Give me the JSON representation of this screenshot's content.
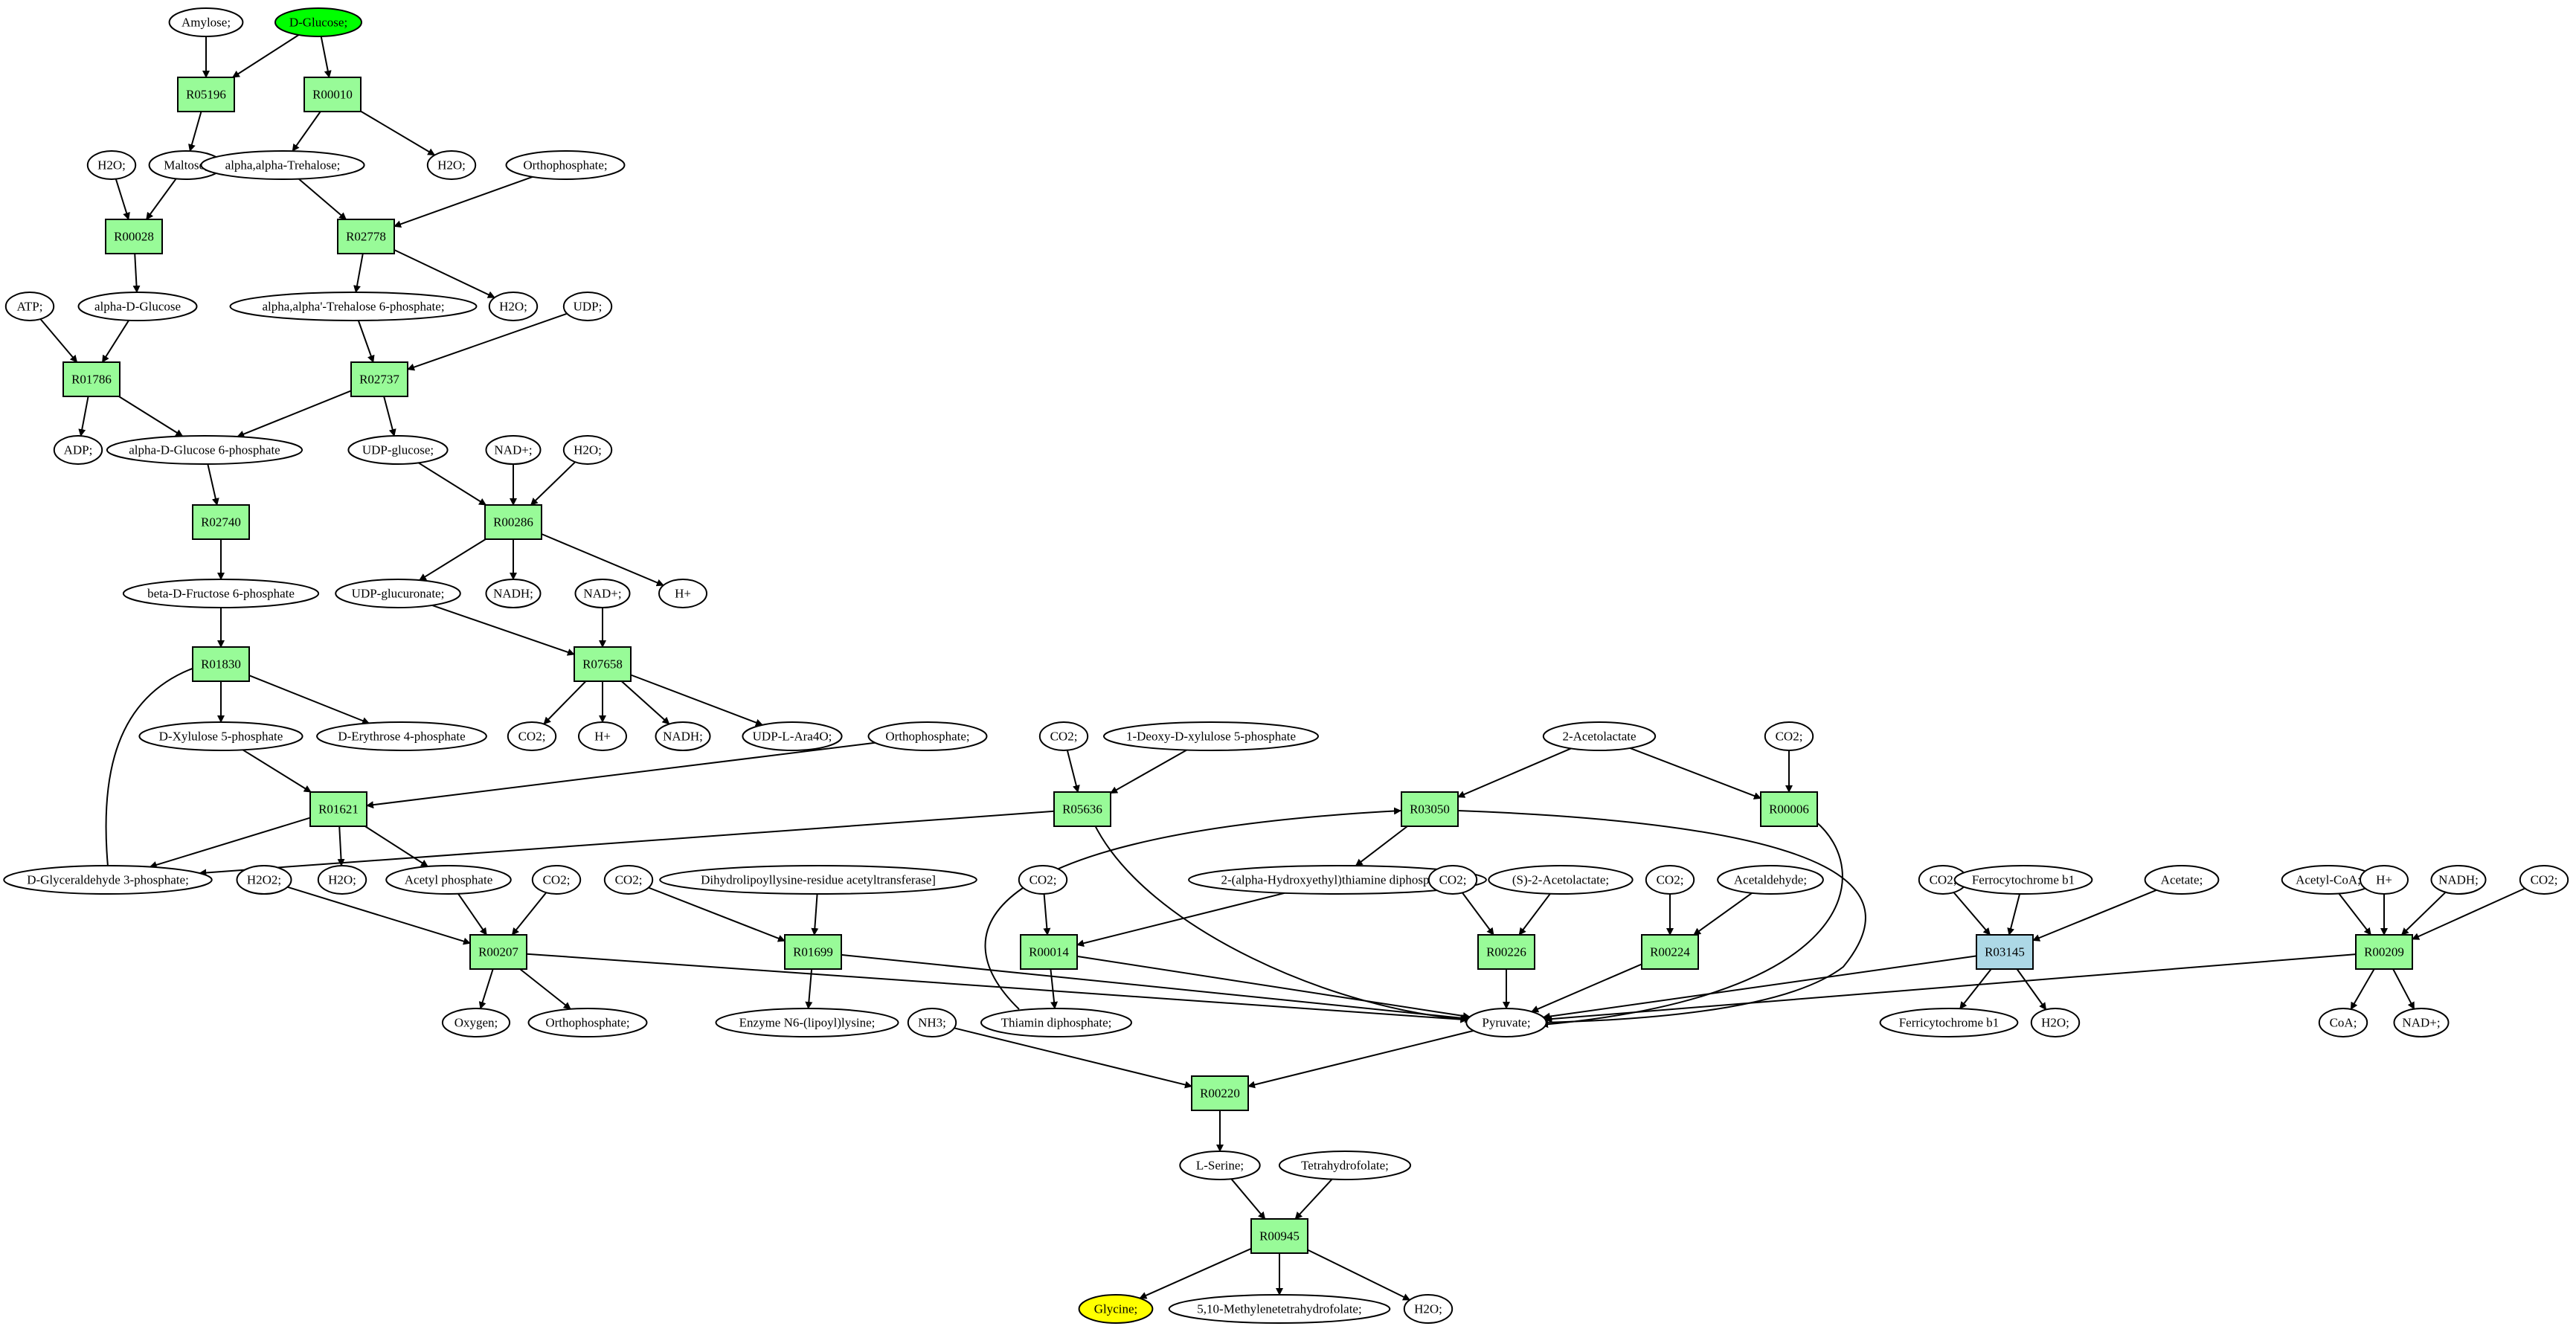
{
  "colors": {
    "reaction": "#98fb98",
    "reaction_alt": "#add8e6",
    "compound": "#ffffff",
    "source": "#00ff00",
    "target": "#ffff00"
  },
  "nodes": {
    "c_amylose": {
      "label": "Amylose;"
    },
    "c_dglucose": {
      "label": "D-Glucose;",
      "role": "source"
    },
    "r05196": {
      "label": "R05196"
    },
    "r00010": {
      "label": "R00010"
    },
    "c_h2o_a": {
      "label": "H2O;"
    },
    "c_maltose": {
      "label": "Maltose;"
    },
    "c_trehalose": {
      "label": "alpha,alpha-Trehalose;"
    },
    "c_h2o_b": {
      "label": "H2O;"
    },
    "c_ortho_a": {
      "label": "Orthophosphate;"
    },
    "r00028": {
      "label": "R00028"
    },
    "r02778": {
      "label": "R02778"
    },
    "c_atp": {
      "label": "ATP;"
    },
    "c_adglucose": {
      "label": "alpha-D-Glucose"
    },
    "c_tre6p": {
      "label": "alpha,alpha'-Trehalose 6-phosphate;"
    },
    "c_h2o_c": {
      "label": "H2O;"
    },
    "c_udp": {
      "label": "UDP;"
    },
    "r01786": {
      "label": "R01786"
    },
    "r02737": {
      "label": "R02737"
    },
    "c_adp": {
      "label": "ADP;"
    },
    "c_g6p": {
      "label": "alpha-D-Glucose 6-phosphate"
    },
    "c_udpglc": {
      "label": "UDP-glucose;"
    },
    "c_nad_a": {
      "label": "NAD+;"
    },
    "c_h2o_d": {
      "label": "H2O;"
    },
    "r02740": {
      "label": "R02740"
    },
    "r00286": {
      "label": "R00286"
    },
    "c_f6p": {
      "label": "beta-D-Fructose 6-phosphate"
    },
    "c_udpglcur": {
      "label": "UDP-glucuronate;"
    },
    "c_nadh_a": {
      "label": "NADH;"
    },
    "c_nad_b": {
      "label": "NAD+;"
    },
    "c_hplus_a": {
      "label": "H+"
    },
    "r01830": {
      "label": "R01830"
    },
    "r07658": {
      "label": "R07658"
    },
    "c_x5p": {
      "label": "D-Xylulose 5-phosphate"
    },
    "c_e4p": {
      "label": "D-Erythrose 4-phosphate"
    },
    "c_co2_a": {
      "label": "CO2;"
    },
    "c_hplus_b": {
      "label": "H+"
    },
    "c_nadh_b": {
      "label": "NADH;"
    },
    "c_udpara": {
      "label": "UDP-L-Ara4O;"
    },
    "c_ortho_b": {
      "label": "Orthophosphate;"
    },
    "c_co2_b": {
      "label": "CO2;"
    },
    "c_dxp": {
      "label": "1-Deoxy-D-xylulose 5-phosphate"
    },
    "c_acetolactate": {
      "label": "2-Acetolactate"
    },
    "c_co2_c": {
      "label": "CO2;"
    },
    "r01621": {
      "label": "R01621"
    },
    "r05636": {
      "label": "R05636"
    },
    "r03050": {
      "label": "R03050"
    },
    "r00006": {
      "label": "R00006"
    },
    "c_gap": {
      "label": "D-Glyceraldehyde 3-phosphate;"
    },
    "c_h2o2": {
      "label": "H2O2;"
    },
    "c_h2o_e": {
      "label": "H2O;"
    },
    "c_acp": {
      "label": "Acetyl phosphate"
    },
    "c_co2_d": {
      "label": "CO2;"
    },
    "c_co2_e": {
      "label": "CO2;"
    },
    "c_dlat": {
      "label": "Dihydrolipoyllysine-residue acetyltransferase]"
    },
    "c_co2_f": {
      "label": "CO2;"
    },
    "c_hethtpp": {
      "label": "2-(alpha-Hydroxyethyl)thiamine diphosphate;"
    },
    "c_co2_g": {
      "label": "CO2;"
    },
    "c_sacetolactate": {
      "label": "(S)-2-Acetolactate;"
    },
    "c_co2_h": {
      "label": "CO2;"
    },
    "c_acetaldehyde": {
      "label": "Acetaldehyde;"
    },
    "c_co2_i": {
      "label": "CO2;"
    },
    "c_ferrocyt": {
      "label": "Ferrocytochrome b1"
    },
    "c_acetate": {
      "label": "Acetate;"
    },
    "c_accoa": {
      "label": "Acetyl-CoA;"
    },
    "c_hplus_c": {
      "label": "H+"
    },
    "c_nadh_c": {
      "label": "NADH;"
    },
    "c_co2_j": {
      "label": "CO2;"
    },
    "r00207": {
      "label": "R00207"
    },
    "r01699": {
      "label": "R01699"
    },
    "r00014": {
      "label": "R00014"
    },
    "r00226": {
      "label": "R00226"
    },
    "r00224": {
      "label": "R00224"
    },
    "r03145": {
      "label": "R03145",
      "role": "alt"
    },
    "r00209": {
      "label": "R00209"
    },
    "c_oxygen": {
      "label": "Oxygen;"
    },
    "c_ortho_c": {
      "label": "Orthophosphate;"
    },
    "c_lipoyl": {
      "label": "Enzyme N6-(lipoyl)lysine;"
    },
    "c_nh3": {
      "label": "NH3;"
    },
    "c_tpp": {
      "label": "Thiamin diphosphate;"
    },
    "c_pyruvate": {
      "label": "Pyruvate;"
    },
    "c_ferricyt": {
      "label": "Ferricytochrome b1"
    },
    "c_h2o_f": {
      "label": "H2O;"
    },
    "c_coa": {
      "label": "CoA;"
    },
    "c_nad_c": {
      "label": "NAD+;"
    },
    "r00220": {
      "label": "R00220"
    },
    "c_lserine": {
      "label": "L-Serine;"
    },
    "c_thf": {
      "label": "Tetrahydrofolate;"
    },
    "r00945": {
      "label": "R00945"
    },
    "c_glycine": {
      "label": "Glycine;",
      "role": "target"
    },
    "c_methylenethf": {
      "label": "5,10-Methylenetetrahydrofolate;"
    },
    "c_h2o_g": {
      "label": "H2O;"
    }
  },
  "edges": [
    [
      "c_dglucose",
      "r05196"
    ],
    [
      "c_amylose",
      "r05196"
    ],
    [
      "c_dglucose",
      "r00010"
    ],
    [
      "r05196",
      "c_maltose"
    ],
    [
      "r00010",
      "c_trehalose"
    ],
    [
      "r00010",
      "c_h2o_b"
    ],
    [
      "c_h2o_a",
      "r00028"
    ],
    [
      "c_maltose",
      "r00028"
    ],
    [
      "c_trehalose",
      "r02778"
    ],
    [
      "c_ortho_a",
      "r02778"
    ],
    [
      "r00028",
      "c_adglucose"
    ],
    [
      "r02778",
      "c_tre6p"
    ],
    [
      "r02778",
      "c_h2o_c"
    ],
    [
      "c_atp",
      "r01786"
    ],
    [
      "c_adglucose",
      "r01786"
    ],
    [
      "c_tre6p",
      "r02737"
    ],
    [
      "c_udp",
      "r02737"
    ],
    [
      "r01786",
      "c_adp"
    ],
    [
      "r01786",
      "c_g6p"
    ],
    [
      "r02737",
      "c_g6p"
    ],
    [
      "r02737",
      "c_udpglc"
    ],
    [
      "c_g6p",
      "r02740"
    ],
    [
      "c_udpglc",
      "r00286"
    ],
    [
      "c_nad_a",
      "r00286"
    ],
    [
      "c_h2o_d",
      "r00286"
    ],
    [
      "r02740",
      "c_f6p"
    ],
    [
      "r00286",
      "c_udpglcur"
    ],
    [
      "r00286",
      "c_nadh_a"
    ],
    [
      "r00286",
      "c_hplus_a"
    ],
    [
      "c_f6p",
      "r01830"
    ],
    [
      "c_udpglcur",
      "r07658"
    ],
    [
      "c_nad_b",
      "r07658"
    ],
    [
      "r01830",
      "c_x5p"
    ],
    [
      "r01830",
      "c_e4p"
    ],
    [
      "r07658",
      "c_co2_a"
    ],
    [
      "r07658",
      "c_hplus_b"
    ],
    [
      "r07658",
      "c_nadh_b"
    ],
    [
      "r07658",
      "c_udpara"
    ],
    [
      "c_x5p",
      "r01621"
    ],
    [
      "c_ortho_b",
      "r01621"
    ],
    [
      "c_co2_b",
      "r05636"
    ],
    [
      "c_dxp",
      "r05636"
    ],
    [
      "c_acetolactate",
      "r03050"
    ],
    [
      "c_acetolactate",
      "r00006"
    ],
    [
      "c_co2_c",
      "r00006"
    ],
    [
      "r01621",
      "c_gap"
    ],
    [
      "r01621",
      "c_h2o_e"
    ],
    [
      "r01621",
      "c_acp"
    ],
    [
      "r05636",
      "c_gap"
    ],
    [
      "c_gap",
      "r01830"
    ],
    [
      "r03050",
      "c_hethtpp"
    ],
    [
      "c_h2o2",
      "r00207"
    ],
    [
      "c_acp",
      "r00207"
    ],
    [
      "c_co2_d",
      "r00207"
    ],
    [
      "c_co2_e",
      "r01699"
    ],
    [
      "c_dlat",
      "r01699"
    ],
    [
      "c_co2_f",
      "r00014"
    ],
    [
      "c_hethtpp",
      "r00014"
    ],
    [
      "c_co2_g",
      "r00226"
    ],
    [
      "c_sacetolactate",
      "r00226"
    ],
    [
      "c_co2_h",
      "r00224"
    ],
    [
      "c_acetaldehyde",
      "r00224"
    ],
    [
      "c_co2_i",
      "r03145"
    ],
    [
      "c_ferrocyt",
      "r03145"
    ],
    [
      "c_acetate",
      "r03145"
    ],
    [
      "c_accoa",
      "r00209"
    ],
    [
      "c_hplus_c",
      "r00209"
    ],
    [
      "c_nadh_c",
      "r00209"
    ],
    [
      "c_co2_j",
      "r00209"
    ],
    [
      "r00207",
      "c_oxygen"
    ],
    [
      "r00207",
      "c_ortho_c"
    ],
    [
      "r01699",
      "c_lipoyl"
    ],
    [
      "r00014",
      "c_tpp"
    ],
    [
      "c_tpp",
      "r03050"
    ],
    [
      "r00207",
      "c_pyruvate"
    ],
    [
      "r01699",
      "c_pyruvate"
    ],
    [
      "r00014",
      "c_pyruvate"
    ],
    [
      "r05636",
      "c_pyruvate"
    ],
    [
      "r03050",
      "c_pyruvate"
    ],
    [
      "r00006",
      "c_pyruvate"
    ],
    [
      "r00226",
      "c_pyruvate"
    ],
    [
      "r00224",
      "c_pyruvate"
    ],
    [
      "r03145",
      "c_pyruvate"
    ],
    [
      "r00209",
      "c_pyruvate"
    ],
    [
      "r03145",
      "c_ferricyt"
    ],
    [
      "r03145",
      "c_h2o_f"
    ],
    [
      "r00209",
      "c_coa"
    ],
    [
      "r00209",
      "c_nad_c"
    ],
    [
      "c_nh3",
      "r00220"
    ],
    [
      "c_pyruvate",
      "r00220"
    ],
    [
      "r00220",
      "c_lserine"
    ],
    [
      "c_lserine",
      "r00945"
    ],
    [
      "c_thf",
      "r00945"
    ],
    [
      "r00945",
      "c_glycine"
    ],
    [
      "r00945",
      "c_methylenethf"
    ],
    [
      "r00945",
      "c_h2o_g"
    ]
  ]
}
